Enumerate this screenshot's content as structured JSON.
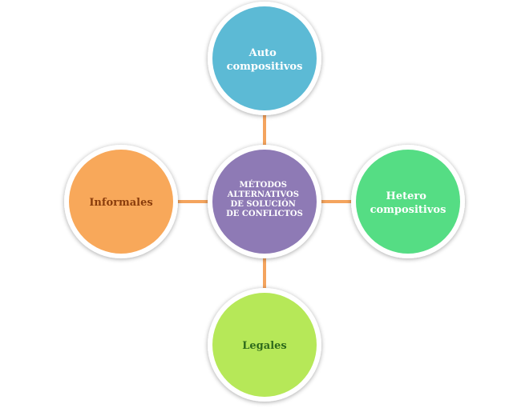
{
  "diagram": {
    "center": {
      "lines": [
        "MÉTODOS",
        "ALTERNATIVOS",
        "DE SOLUCIÓN",
        "DE CONFLICTOS"
      ],
      "fill": "#8e7ab5",
      "text_color": "#ffffff"
    },
    "top": {
      "lines": [
        "Auto",
        "compositivos"
      ],
      "fill": "#5bbad5",
      "text_color": "#ffffff"
    },
    "right": {
      "lines": [
        "Hetero",
        "compositivos"
      ],
      "fill": "#54dd84",
      "text_color": "#ffffff"
    },
    "bottom": {
      "lines": [
        "Legales"
      ],
      "fill": "#b6e858",
      "text_color": "#2e6b1a"
    },
    "left": {
      "lines": [
        "Informales"
      ],
      "fill": "#f8a85a",
      "text_color": "#8a3d0a"
    },
    "connector_color": "#f4a45e",
    "ring_color": "#ffffff"
  }
}
